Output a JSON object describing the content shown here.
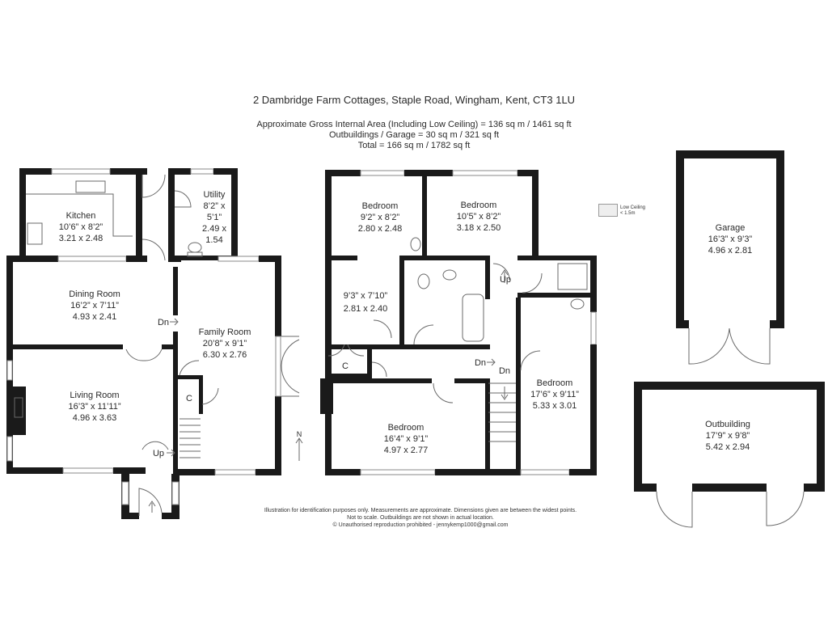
{
  "header": {
    "title": "2 Dambridge Farm Cottages, Staple Road, Wingham, Kent, CT3 1LU",
    "area_line1": "Approximate Gross Internal Area (Including Low Ceiling) = 136 sq m / 1461 sq ft",
    "area_line2": "Outbuildings / Garage = 30 sq m / 321 sq ft",
    "area_line3": "Total = 166 sq m / 1782 sq ft"
  },
  "legend": {
    "line1": "Low Ceiling",
    "line2": "< 1.5m"
  },
  "rooms": {
    "kitchen": {
      "name": "Kitchen",
      "imperial": "10’6” x 8’2”",
      "metric": "3.21 x 2.48"
    },
    "utility": {
      "name": "Utility",
      "l1": "8’2” x",
      "l2": "5’1”",
      "l3": "2.49 x",
      "l4": "1.54"
    },
    "dining": {
      "name": "Dining Room",
      "imperial": "16’2” x 7’11”",
      "metric": "4.93 x 2.41"
    },
    "family": {
      "name": "Family Room",
      "imperial": "20’8” x 9’1”",
      "metric": "6.30 x 2.76"
    },
    "living": {
      "name": "Living Room",
      "imperial": "16’3” x 11’11”",
      "metric": "4.96 x 3.63"
    },
    "bed1": {
      "name": "Bedroom",
      "imperial": "9’2” x 8’2”",
      "metric": "2.80 x 2.48"
    },
    "bed2": {
      "name": "Bedroom",
      "imperial": "10’5” x 8’2”",
      "metric": "3.18 x 2.50"
    },
    "landing": {
      "imperial": "9’3” x 7’10”",
      "metric": "2.81 x 2.40"
    },
    "bed3": {
      "name": "Bedroom",
      "imperial": "16’4” x 9’1”",
      "metric": "4.97 x 2.77"
    },
    "bed4": {
      "name": "Bedroom",
      "imperial": "17’6” x 9’11”",
      "metric": "5.33 x 3.01"
    },
    "garage": {
      "name": "Garage",
      "imperial": "16’3” x 9’3”",
      "metric": "4.96 x 2.81"
    },
    "outbuilding": {
      "name": "Outbuilding",
      "imperial": "17’9” x 9’8”",
      "metric": "5.42 x 2.94"
    }
  },
  "markers": {
    "dn": "Dn",
    "up": "Up",
    "cupboard": "C",
    "north": "N"
  },
  "footer": {
    "line1": "Illustration for identification purposes only. Measurements are approximate. Dimensions given are between the widest points.",
    "line2": "Not to scale. Outbuildings are not shown in actual location.",
    "line3": "© Unauthorised reproduction prohibited  -  jennykemp1000@gmail.com"
  }
}
